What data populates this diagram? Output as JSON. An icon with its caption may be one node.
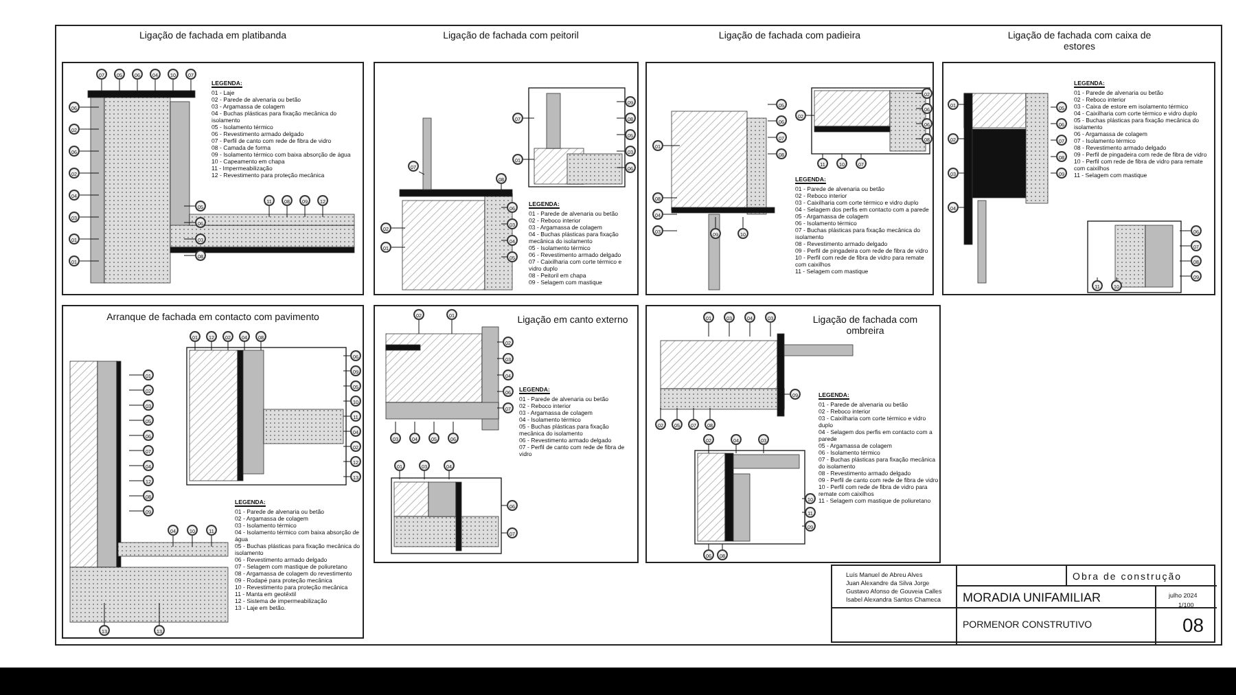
{
  "diagram": {
    "nodes": [
      {
        "text": [
          "Ligação de fachada em platibanda",
          "LEGENDA:",
          "01 - Laje",
          "02 - Parede de alvenaria ou betão",
          "03 - Argamassa de colagem",
          "04 - Buchas plásticas para fixação mecânica do isolamento",
          "05 - Isolamento térmico",
          "06 - Revestimento armado delgado",
          "07 - Perfil de canto com rede de fibra de vidro",
          "08 - Camada de forma",
          "09 - Isolamento térmico com baixa absorção de água",
          "10 - Capeamento em chapa",
          "11 - Impermeabilização",
          "12 - Revestimento para proteção mecânica"
        ]
      },
      {
        "text": [
          "Ligação de fachada com peitoril",
          "LEGENDA:",
          "01 - Parede de alvenaria ou betão",
          "02 - Reboco interior",
          "03 - Argamassa de colagem",
          "04 - Buchas plásticas para fixação mecânica do isolamento",
          "05 - Isolamento térmico",
          "06 - Revestimento armado delgado",
          "07 - Caixilharia com corte térmico e vidro duplo",
          "08 - Peitoril em chapa",
          "09 - Selagem com mastique"
        ]
      },
      {
        "text": [
          "Ligação de fachada com padieira",
          "LEGENDA:",
          "01 - Parede de alvenaria ou betão",
          "02 - Reboco interior",
          "03 - Caixilharia com corte térmico e vidro duplo",
          "04 - Selagem dos perfis em contacto com a parede",
          "05 - Argamassa de colagem",
          "06 - Isolamento térmico",
          "07 - Buchas plásticas para fixação mecânica do isolamento",
          "08 - Revestimento armado delgado",
          "09 - Perfil de pingadeira com rede de fibra de vidro",
          "10 - Perfil com rede de fibra de vidro para remate com caixilhos",
          "11 - Selagem com mastique"
        ]
      },
      {
        "text": [
          "Ligação de fachada com caixa de estores",
          "LEGENDA:",
          "01 - Parede de alvenaria ou betão",
          "02 - Reboco interior",
          "03 - Caixa de estore em isolamento térmico",
          "04 - Caixilharia com corte térmico e vidro duplo",
          "05 - Buchas plásticas para fixação mecânica do isolamento",
          "06 - Argamassa de colagem",
          "07 - Isolamento térmico",
          "08 - Revestimento armado delgado",
          "09 - Perfil de pingadeira com rede de fibra de vidro",
          "10 - Perfil com rede de fibra de vidro para remate com caixilhos",
          "11 - Selagem com mastique"
        ]
      },
      {
        "text": [
          "Arranque de fachada em contacto com pavimento",
          "LEGENDA:",
          "01 - Parede de alvenaria ou betão",
          "02 - Argamassa de colagem",
          "03 - Isolamento térmico",
          "04 - Isolamento térmico com baixa absorção de água",
          "05 - Buchas plásticas para fixação mecânica do isolamento",
          "06 - Revestimento armado delgado",
          "07 - Selagem com mastique de poliuretano",
          "08 - Argamassa de colagem do revestimento",
          "09 - Rodapé para proteção mecânica",
          "10 - Revestimento para proteção mecânica",
          "11 - Manta em geotêxtil",
          "12 - Sistema de impermeabilização",
          "13 - Laje em betão."
        ]
      },
      {
        "text": [
          "Ligação em canto externo",
          "LEGENDA:",
          "01 - Parede de alvenaria ou betão",
          "02 - Reboco interior",
          "03 - Argamassa de colagem",
          "04 - Isolamento térmico",
          "05 - Buchas plásticas para fixação mecânica do isolamento",
          "06 - Revestimento armado delgado",
          "07 - Perfil de canto com rede de fibra de vidro"
        ]
      },
      {
        "text": [
          "Ligação de fachada com ombreira",
          "LEGENDA:",
          "01 - Parede de alvenaria ou betão",
          "02 - Reboco interior",
          "03 - Caixilharia com corte térmico e vidro duplo",
          "04 - Selagem dos perfis em contacto com a parede",
          "05 - Argamassa de colagem",
          "06 - Isolamento térmico",
          "07 - Buchas plásticas para fixação mecânica do isolamento",
          "08 - Revestimento armado delgado",
          "09 - Perfil de canto com rede de fibra de vidro",
          "10 - Perfil com rede de fibra de vidro para remate com caixilhos",
          "11 - Selagem com mastique de poliuretano"
        ]
      },
      {
        "text": [
          "Luís Manuel de Abreu Alves",
          "Juan Alexandre da Silva Jorge",
          "Gustavo Afonso de Gouveia Calles",
          "Isabel Alexandra Santos Chameca",
          "Obra de construção",
          "MORADIA UNIFAMILIAR",
          "julho 2024",
          "1/100",
          "PORMENOR CONSTRUTIVO",
          "08"
        ]
      }
    ],
    "labels": [
      "07",
      "05",
      "06",
      "04",
      "10",
      "07",
      "06",
      "02",
      "06",
      "02",
      "04",
      "03",
      "01",
      "01",
      "05",
      "06",
      "03",
      "08",
      "11",
      "08",
      "09",
      "12",
      "07",
      "08",
      "02",
      "01",
      "06",
      "03",
      "04",
      "05",
      "07",
      "01",
      "09",
      "08",
      "05",
      "03",
      "06",
      "01",
      "05",
      "06",
      "07",
      "08",
      "08",
      "04",
      "03",
      "09",
      "10",
      "02",
      "02",
      "06",
      "06",
      "08",
      "11",
      "10",
      "07",
      "01",
      "02",
      "03",
      "04",
      "05",
      "06",
      "07",
      "08",
      "09",
      "06",
      "07",
      "08",
      "09",
      "11",
      "10",
      "01",
      "02",
      "03",
      "05",
      "06",
      "07",
      "04",
      "12",
      "08",
      "09",
      "04",
      "10",
      "11",
      "13",
      "13",
      "01",
      "12",
      "02",
      "04",
      "08",
      "06",
      "09",
      "05",
      "10",
      "11",
      "04",
      "02",
      "12",
      "13",
      "02",
      "01",
      "02",
      "03",
      "04",
      "06",
      "07",
      "03",
      "04",
      "05",
      "06",
      "01",
      "03",
      "04",
      "06",
      "07",
      "01",
      "03",
      "04",
      "03",
      "09",
      "02",
      "05",
      "07",
      "08",
      "02",
      "04",
      "03",
      "10",
      "11",
      "09",
      "06",
      "08"
    ]
  }
}
